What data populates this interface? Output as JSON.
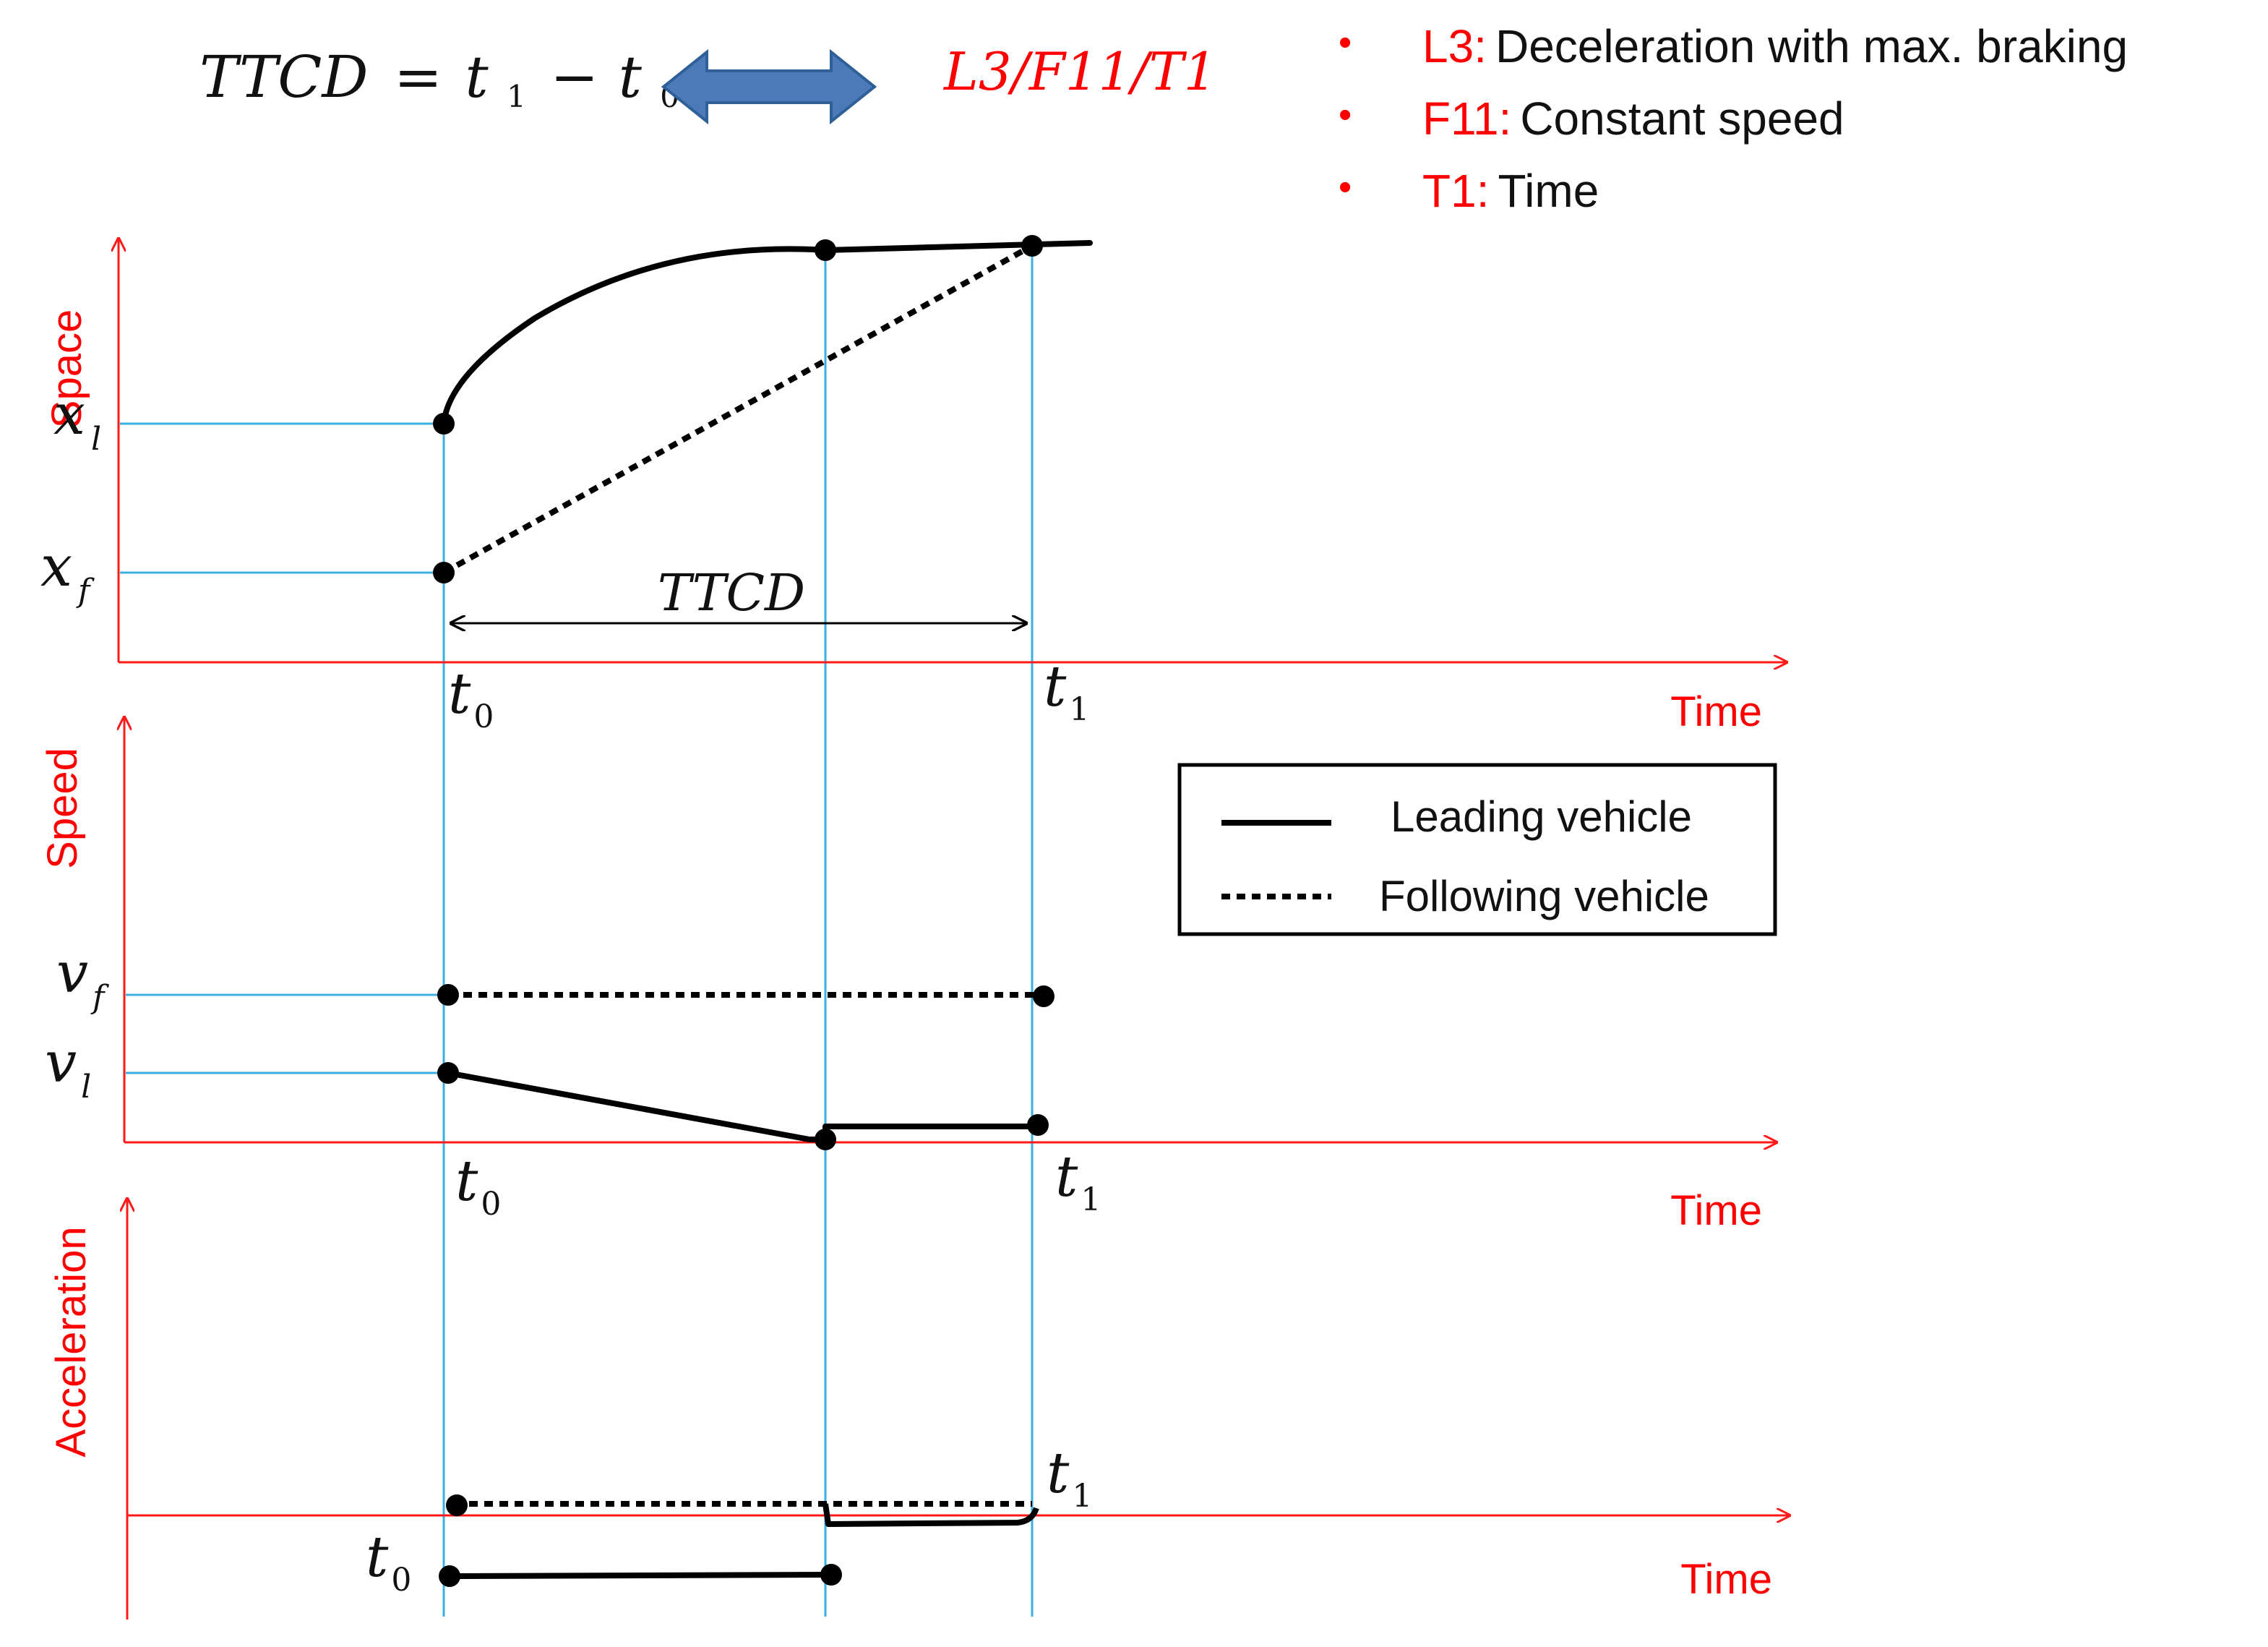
{
  "header": {
    "formula": {
      "lhs": "TTCD",
      "eq": "=",
      "t1": "t",
      "t1_sub": "1",
      "minus": "−",
      "t0": "t",
      "t0_sub": "0"
    },
    "scenario_code": "L3/F11/T1",
    "legend_items": [
      {
        "code": "L3:",
        "text": "Deceleration with max. braking"
      },
      {
        "code": "F11:",
        "text": "Constant speed"
      },
      {
        "code": "T1:",
        "text": "Time"
      }
    ]
  },
  "panels": {
    "space": {
      "ylabel": "Space",
      "xlabel": "Time",
      "y_marks": [
        {
          "base": "x",
          "sub": "l"
        },
        {
          "base": "x",
          "sub": "f"
        }
      ],
      "t0": {
        "base": "t",
        "sub": "0"
      },
      "t1": {
        "base": "t",
        "sub": "1"
      },
      "ttcd_label": "TTCD"
    },
    "speed": {
      "ylabel": "Speed",
      "xlabel": "Time",
      "y_marks": [
        {
          "base": "v",
          "sub": "f"
        },
        {
          "base": "v",
          "sub": "l"
        }
      ],
      "t0": {
        "base": "t",
        "sub": "0"
      },
      "t1": {
        "base": "t",
        "sub": "1"
      }
    },
    "acceleration": {
      "ylabel": "Acceleration",
      "xlabel": "Time",
      "t0": {
        "base": "t",
        "sub": "0"
      },
      "t1": {
        "base": "t",
        "sub": "1"
      }
    }
  },
  "legend": {
    "leading": "Leading vehicle",
    "following": "Following vehicle"
  },
  "colors": {
    "axis": "#ff1a1a",
    "guide": "#3ab0e0",
    "curve": "#000000",
    "arrow_fill": "#4a7ab8",
    "arrow_stroke": "#2f5f97",
    "label_red": "#ff0000",
    "text": "#111111"
  }
}
